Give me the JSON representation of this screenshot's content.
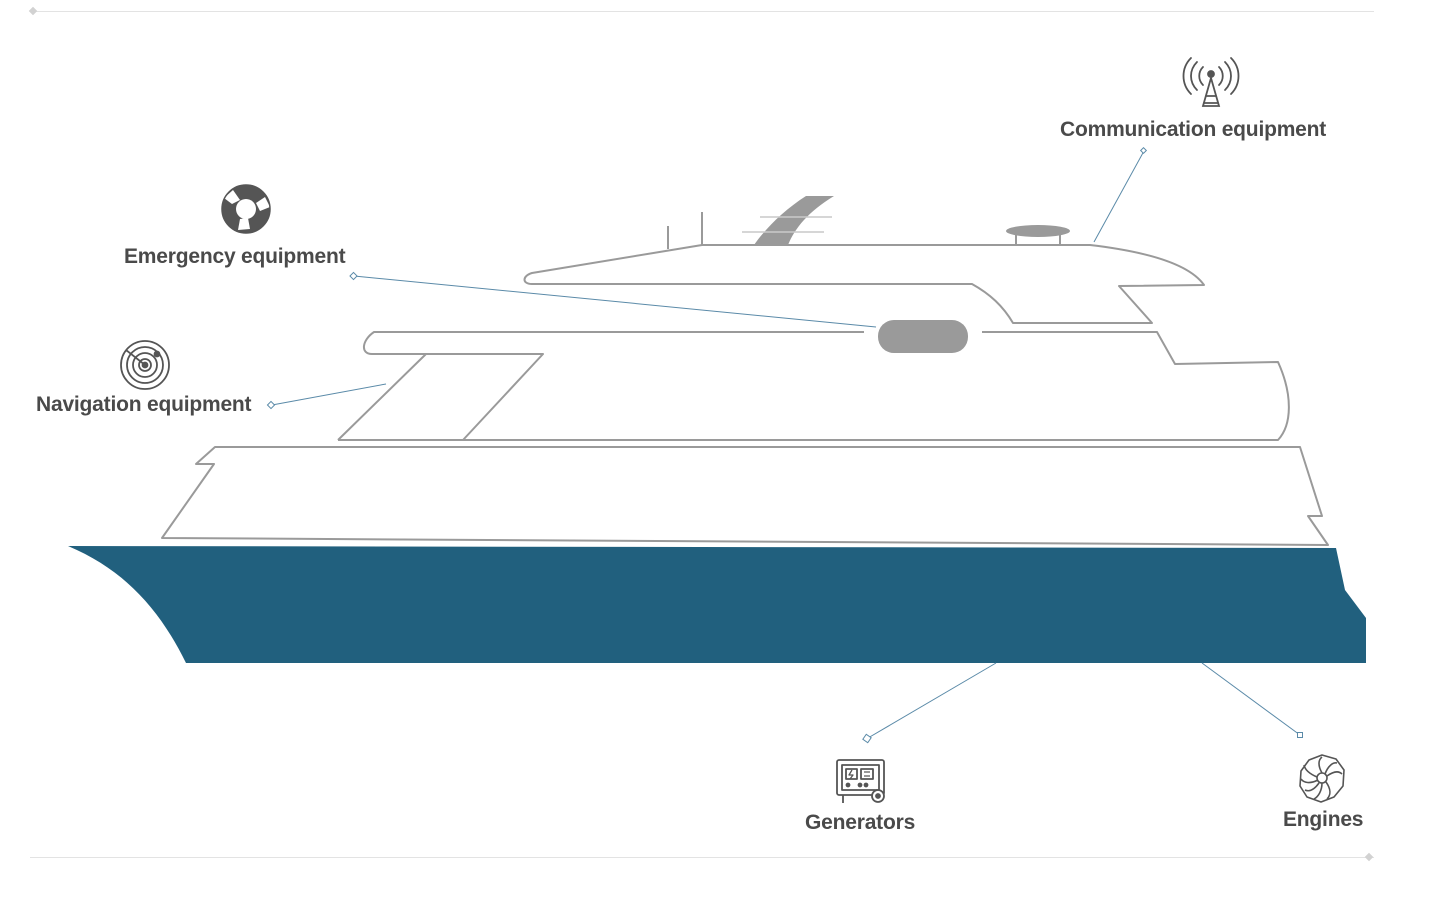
{
  "labels": {
    "communication": "Communication equipment",
    "emergency": "Emergency equipment",
    "navigation": "Navigation equipment",
    "generators": "Generators",
    "engines": "Engines"
  },
  "icons": {
    "communication": "antenna-tower-icon",
    "emergency": "lifebuoy-icon",
    "navigation": "radar-icon",
    "generators": "generator-icon",
    "engines": "engine-turbine-icon"
  },
  "colors": {
    "hull": "#21607e",
    "outline": "#9a9a9a",
    "leader_line": "#5a8aa8",
    "text": "#4a4a4a",
    "icon": "#555555"
  }
}
